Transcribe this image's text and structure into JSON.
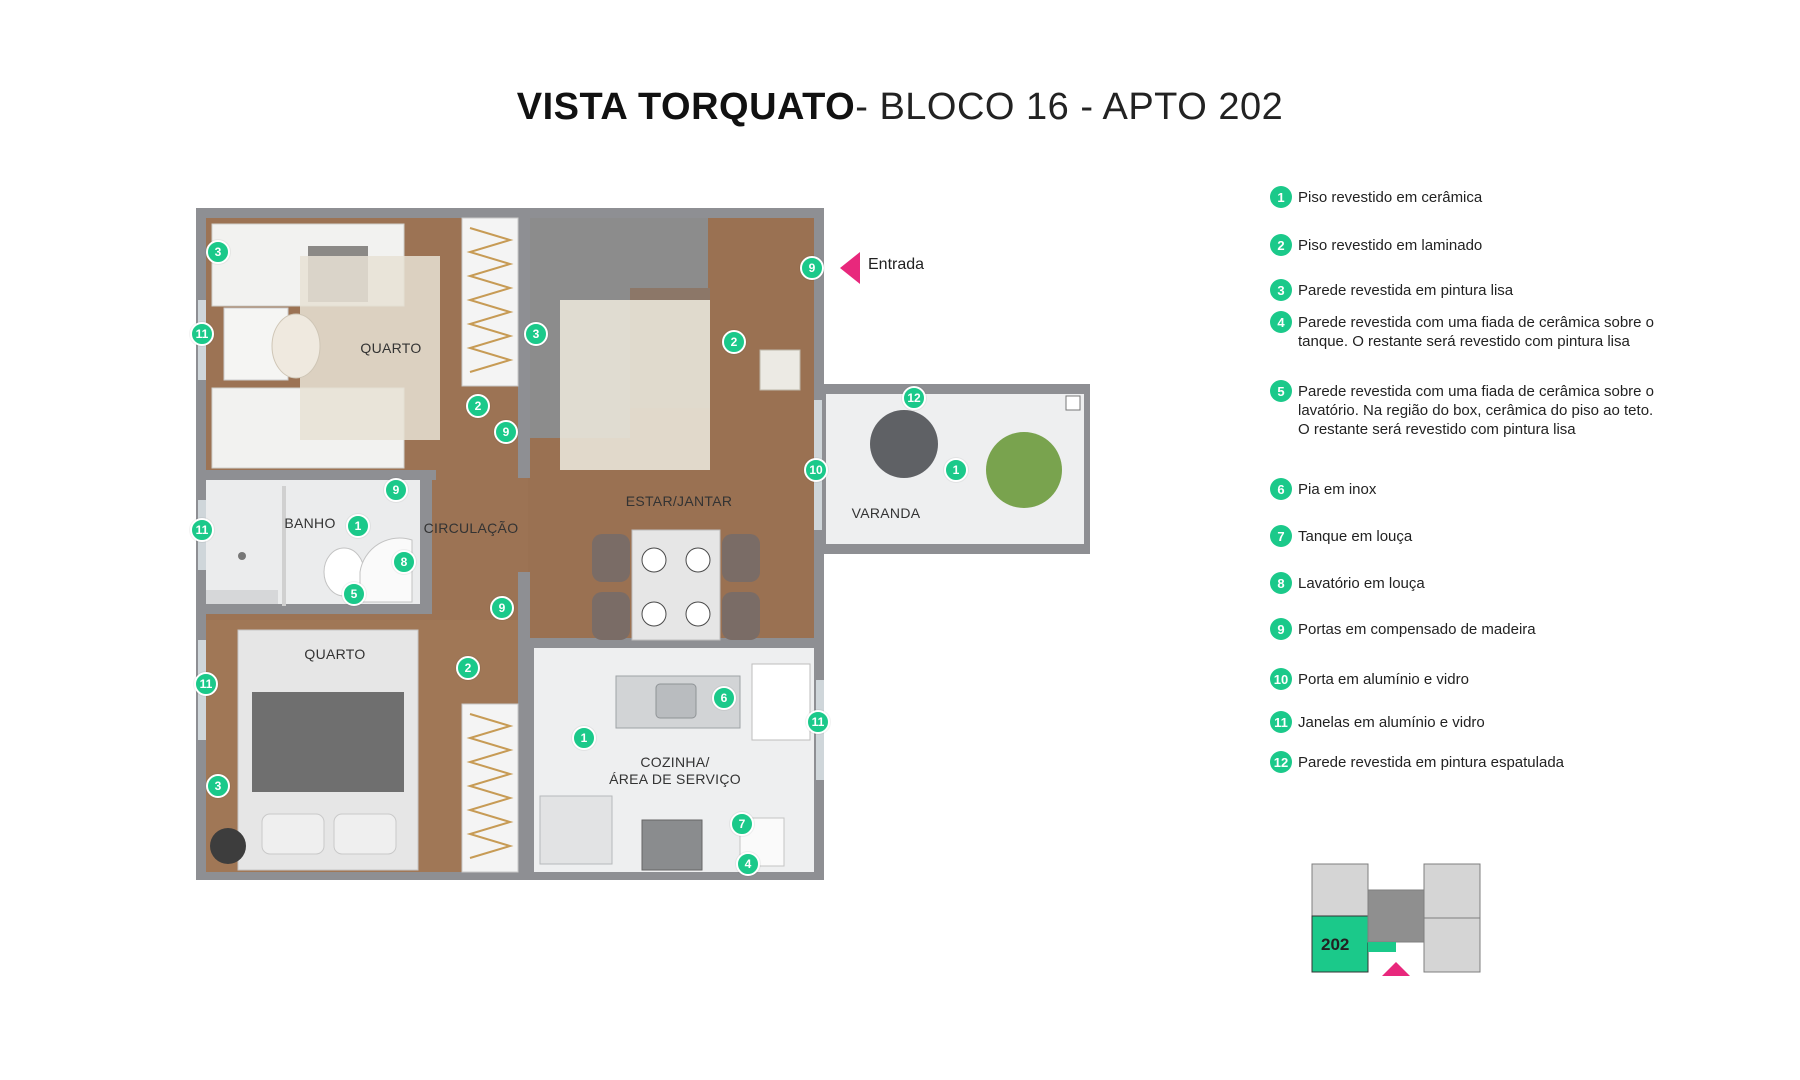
{
  "title": {
    "bold": "VISTA TORQUATO",
    "light": "- BLOCO 16 - APTO 202"
  },
  "entrance_label": "Entrada",
  "rooms": {
    "quarto_top": "QUARTO",
    "quarto_bottom": "QUARTO",
    "banho": "BANHO",
    "circulacao": "CIRCULAÇÃO",
    "estar": "ESTAR/JANTAR",
    "varanda": "VARANDA",
    "cozinha_1": "COZINHA/",
    "cozinha_2": "ÁREA DE SERVIÇO"
  },
  "markers": {
    "m1": "3",
    "m2": "11",
    "m3": "3",
    "m4": "2",
    "m5": "9",
    "m6": "2",
    "m7": "9",
    "m8": "9",
    "m9": "1",
    "m10": "11",
    "m11": "8",
    "m12": "5",
    "m13": "9",
    "m14": "2",
    "m15": "11",
    "m16": "3",
    "m17": "6",
    "m18": "1",
    "m19": "7",
    "m20": "4",
    "m21": "11",
    "m22": "10",
    "m23": "12",
    "m24": "1"
  },
  "legend": [
    {
      "num": "1",
      "text": "Piso revestido em cerâmica"
    },
    {
      "num": "2",
      "text": "Piso revestido em laminado"
    },
    {
      "num": "3",
      "text": "Parede revestida em pintura lisa"
    },
    {
      "num": "4",
      "text": "Parede revestida com uma fiada de cerâmica sobre o tanque. O restante será revestido com pintura lisa"
    },
    {
      "num": "5",
      "text": "Parede revestida com uma fiada de cerâmica sobre o lavatório. Na região do box, cerâmica do piso ao teto. O restante será revestido com pintura lisa"
    },
    {
      "num": "6",
      "text": "Pia em inox"
    },
    {
      "num": "7",
      "text": "Tanque em louça"
    },
    {
      "num": "8",
      "text": "Lavatório em louça"
    },
    {
      "num": "9",
      "text": "Portas em compensado de madeira"
    },
    {
      "num": "10",
      "text": "Porta em alumínio e vidro"
    },
    {
      "num": "11",
      "text": "Janelas em alumínio e vidro"
    },
    {
      "num": "12",
      "text": "Parede revestida em pintura espatulada"
    }
  ],
  "keyplan": {
    "unit_label": "202"
  },
  "colors": {
    "accent_green": "#1bc98a",
    "entrance_pink": "#e8287c",
    "wall": "#8e8f93"
  }
}
